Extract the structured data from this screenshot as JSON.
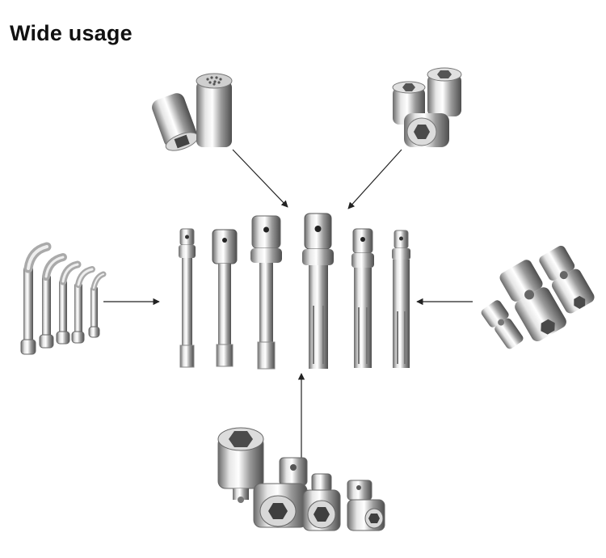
{
  "heading": "Wide usage",
  "colors": {
    "metal_light": "#f4f4f4",
    "metal_mid": "#b8b8b8",
    "metal_dark": "#5a5a5a",
    "arrow": "#222222"
  },
  "product_groups": [
    {
      "name": "universal-socket",
      "position": "top-left"
    },
    {
      "name": "hex-sockets",
      "position": "top-right"
    },
    {
      "name": "l-socket-wrenches",
      "position": "left"
    },
    {
      "name": "universal-joints",
      "position": "right"
    },
    {
      "name": "socket-adapters",
      "position": "bottom"
    }
  ],
  "center_item": "drill-socket-adapter-set",
  "adapter_count": 6
}
